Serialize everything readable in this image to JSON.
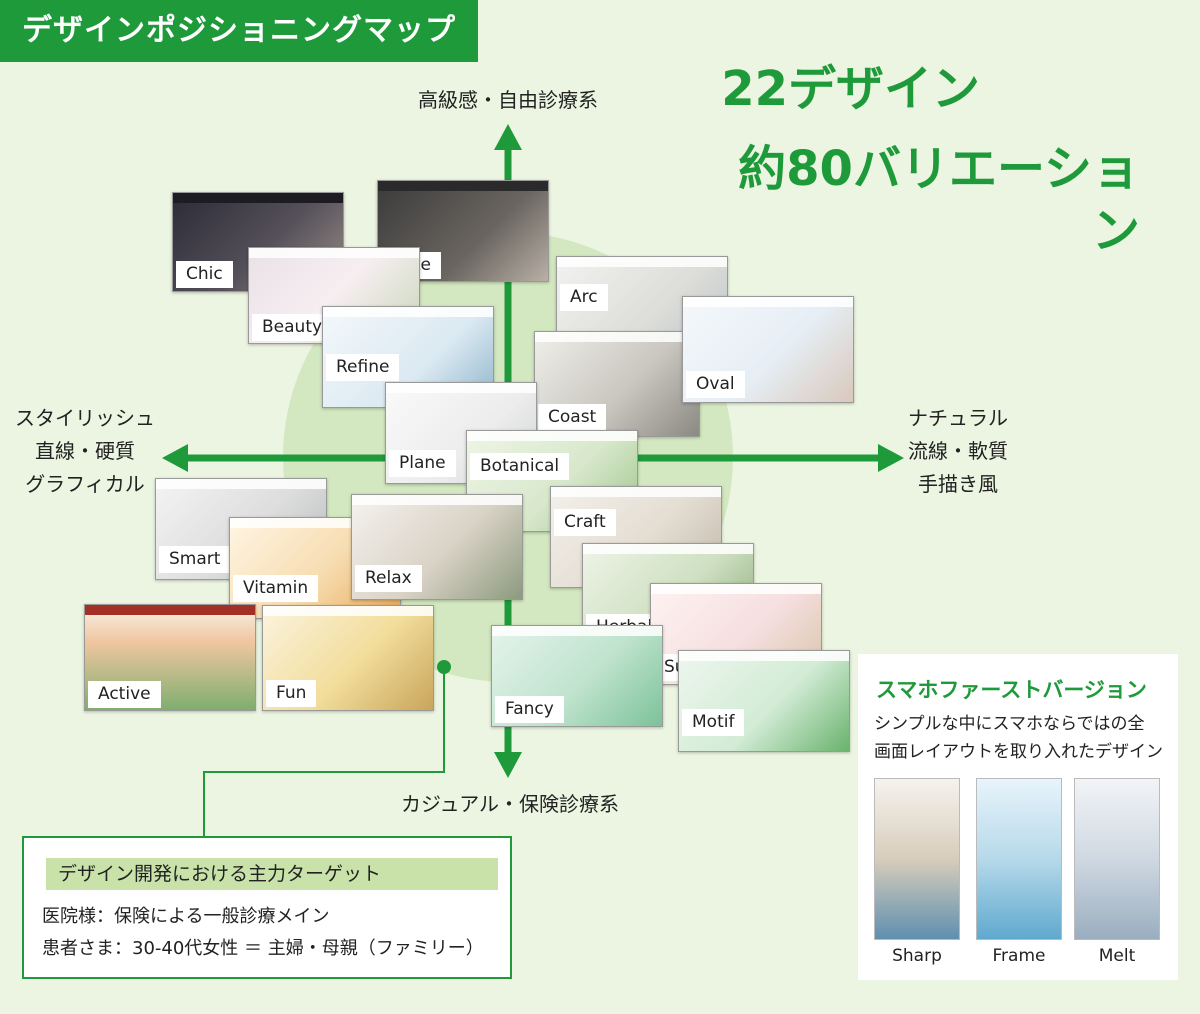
{
  "title": "デザインポジショニングマップ",
  "headline": {
    "line1": "22デザイン",
    "line2": "約80バリエーション"
  },
  "axes": {
    "top": "高級感・自由診療系",
    "bottom": "カジュアル・保険診療系",
    "left": [
      "スタイリッシュ",
      "直線・硬質",
      "グラフィカル"
    ],
    "right": [
      "ナチュラル",
      "流線・軟質",
      "手描き風"
    ]
  },
  "designs": {
    "chic": "Chic",
    "luxe": "Luxe",
    "beauty": "Beauty",
    "refine": "Refine",
    "arc": "Arc",
    "oval": "Oval",
    "coast": "Coast",
    "plane": "Plane",
    "botanical": "Botanical",
    "craft": "Craft",
    "smart": "Smart",
    "vitamin": "Vitamin",
    "relax": "Relax",
    "herbal": "Herbal",
    "suisai": "Suisai",
    "active": "Active",
    "fun": "Fun",
    "fancy": "Fancy",
    "motif": "Motif"
  },
  "target": {
    "heading": "デザイン開発における主力ターゲット",
    "line1": "医院様：保険による一般診療メイン",
    "line2": "患者さま：30-40代女性 ＝ 主婦・母親（ファミリー）"
  },
  "smartphone": {
    "heading": "スマホファーストバージョン",
    "desc1": "シンプルな中にスマホならではの全",
    "desc2": "画面レイアウトを取り入れたデザイン",
    "versions": [
      "Sharp",
      "Frame",
      "Melt"
    ]
  },
  "colors": {
    "brand": "#1f9a3a",
    "background": "#ecf5e2",
    "circle": "#d3e8c0"
  }
}
